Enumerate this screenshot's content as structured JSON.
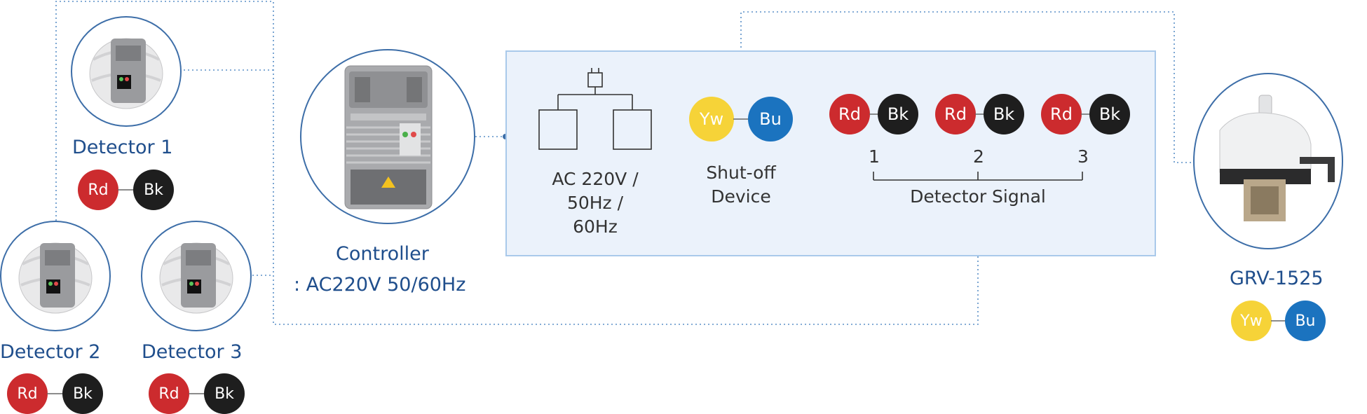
{
  "detectors": [
    {
      "label": "Detector 1"
    },
    {
      "label": "Detector 2"
    },
    {
      "label": "Detector 3"
    }
  ],
  "controller": {
    "label": "Controller",
    "spec": ": AC220V 50/60Hz"
  },
  "terminals": {
    "power_label": "AC 220V /\n50Hz /\n60Hz",
    "shutoff_label": "Shut-off\nDevice",
    "detector_numbers": [
      "1",
      "2",
      "3"
    ],
    "detector_signal_label": "Detector Signal"
  },
  "valve": {
    "label": "GRV-1525"
  },
  "wire_codes": {
    "red": "Rd",
    "black": "Bk",
    "yellow": "Yw",
    "blue": "Bu"
  },
  "colors": {
    "red": "#cc2b2e",
    "black": "#1e1e1e",
    "yellow": "#f6d338",
    "blue": "#1b73bf",
    "label_blue": "#1f4e8c",
    "panel_fill": "#ebf2fb",
    "panel_border": "#a9c9ea",
    "wire_dotted": "#5a8fc7"
  }
}
